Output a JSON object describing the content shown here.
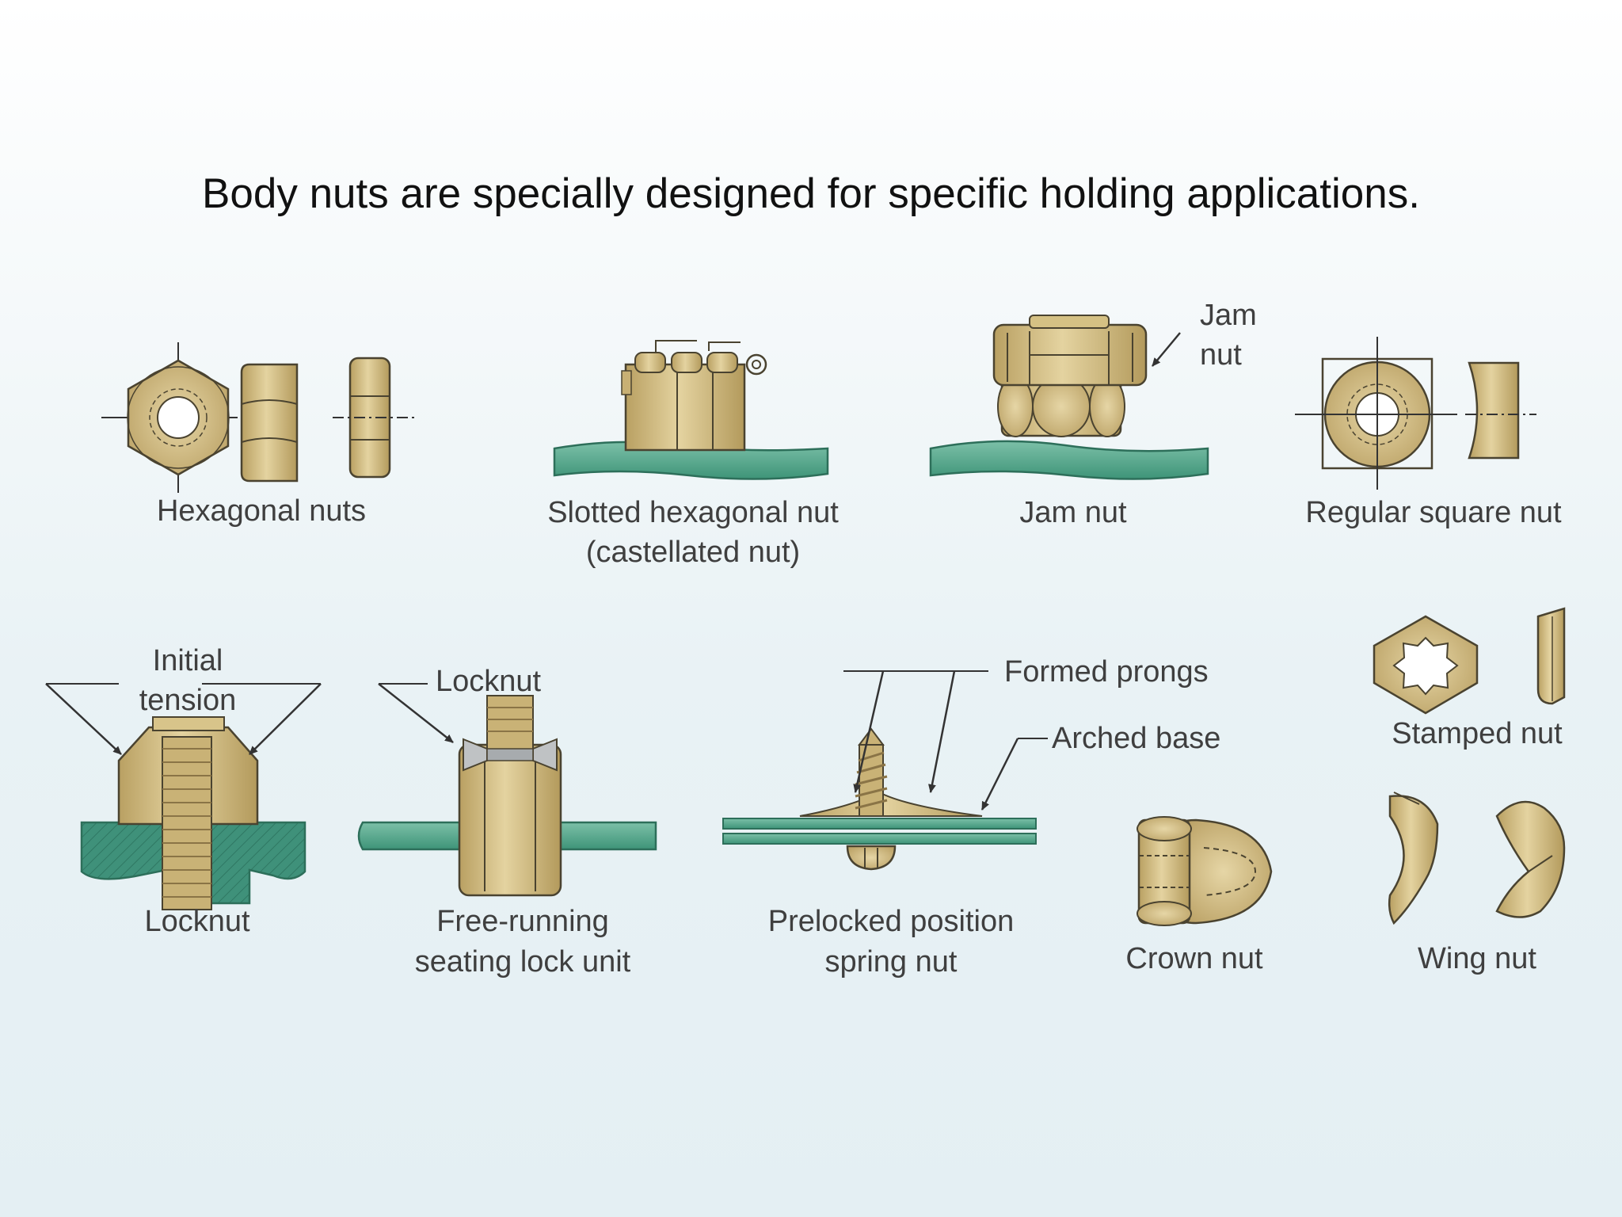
{
  "slide": {
    "title": "Body nuts are specially designed for specific holding applications."
  },
  "colors": {
    "brass": "#d8c48a",
    "brass_dark": "#b39a5c",
    "outline": "#4a4330",
    "plate": "#4fa48a",
    "text": "#3f3f3f"
  },
  "labels": {
    "hexagonal_nuts": "Hexagonal nuts",
    "slotted_line1": "Slotted hexagonal nut",
    "slotted_line2": "(castellated nut)",
    "jam_nut": "Jam nut",
    "jam_callout_line1": "Jam",
    "jam_callout_line2": "nut",
    "regular_square_nut": "Regular square nut",
    "initial_line1": "Initial",
    "initial_line2": "tension",
    "locknut": "Locknut",
    "locknut_callout": "Locknut",
    "free_running_line1": "Free-running",
    "free_running_line2": "seating lock unit",
    "formed_prongs": "Formed prongs",
    "arched_base": "Arched base",
    "prelocked_line1": "Prelocked position",
    "prelocked_line2": "spring nut",
    "crown_nut": "Crown nut",
    "stamped_nut": "Stamped nut",
    "wing_nut": "Wing nut"
  }
}
